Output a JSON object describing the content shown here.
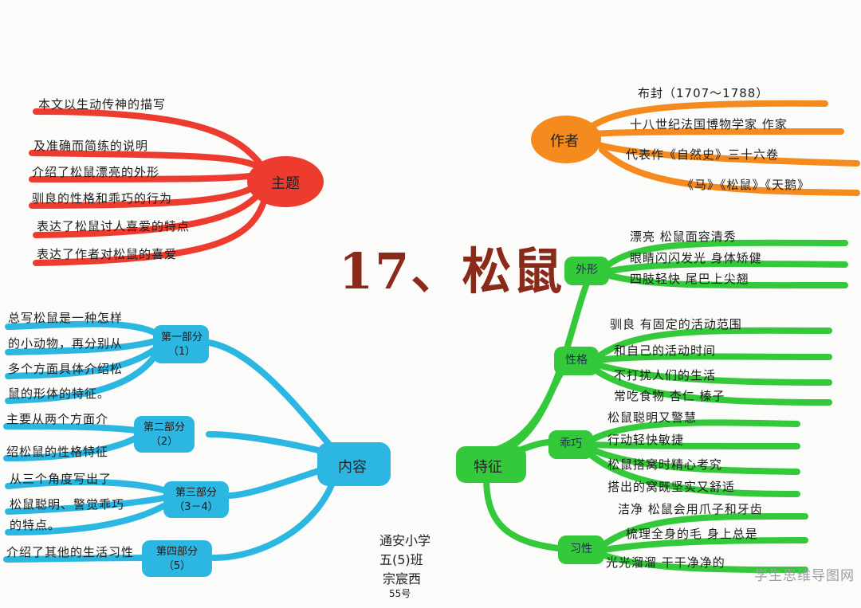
{
  "title": "17、松鼠",
  "colors": {
    "red": "#ee3b30",
    "orange": "#f58a1e",
    "green": "#34c93a",
    "blue": "#2cb6e2",
    "title": "#8a2a1a"
  },
  "theme": {
    "label": "主题",
    "lines": [
      "本文以生动传神的描写",
      "及准确而简练的说明",
      "介绍了松鼠漂亮的外形",
      "驯良的性格和乖巧的行为",
      "表达了松鼠讨人喜爱的特点",
      "表达了作者对松鼠的喜爱"
    ]
  },
  "author": {
    "label": "作者",
    "lines": [
      "布封（1707～1788）",
      "十八世纪法国博物学家 作家",
      "代表作《自然史》三十六卷",
      "《马》《松鼠》《天鹅》"
    ]
  },
  "content": {
    "label": "内容",
    "parts": [
      {
        "name": "第一部分",
        "range": "（1）",
        "lines": [
          "总写松鼠是一种怎样",
          "的小动物，再分别从",
          "多个方面具体介绍松",
          "鼠的形体的特征。"
        ]
      },
      {
        "name": "第二部分",
        "range": "（2）",
        "lines": [
          "主要从两个方面介",
          "绍松鼠的性格特征"
        ]
      },
      {
        "name": "第三部分",
        "range": "（3－4）",
        "lines": [
          "从三个角度写出了",
          "松鼠聪明、警觉乖巧",
          "的特点。"
        ]
      },
      {
        "name": "第四部分",
        "range": "（5）",
        "lines": [
          "介绍了其他的生活习性"
        ]
      }
    ]
  },
  "features": {
    "label": "特征",
    "groups": [
      {
        "name": "外形",
        "lines": [
          "漂亮 松鼠面容清秀",
          "眼睛闪闪发光 身体矫健",
          "四肢轻快 尾巴上尖翘"
        ]
      },
      {
        "name": "性格",
        "lines": [
          "驯良 有固定的活动范围",
          "和自己的活动时间",
          "不打扰人们的生活",
          "常吃食物 杏仁 榛子"
        ]
      },
      {
        "name": "乖巧",
        "lines": [
          "松鼠聪明又警慧",
          "行动轻快敏捷",
          "松鼠搭窝时精心考究",
          "搭出的窝既坚实又舒适"
        ]
      },
      {
        "name": "习性",
        "lines": [
          "洁净 松鼠会用爪子和牙齿",
          "梳理全身的毛 身上总是",
          "光光溜溜 干干净净的"
        ]
      }
    ]
  },
  "signature": [
    "通安小学",
    "五(5)班",
    "宗宸西",
    "55号"
  ],
  "watermark": "学生思维导图网"
}
